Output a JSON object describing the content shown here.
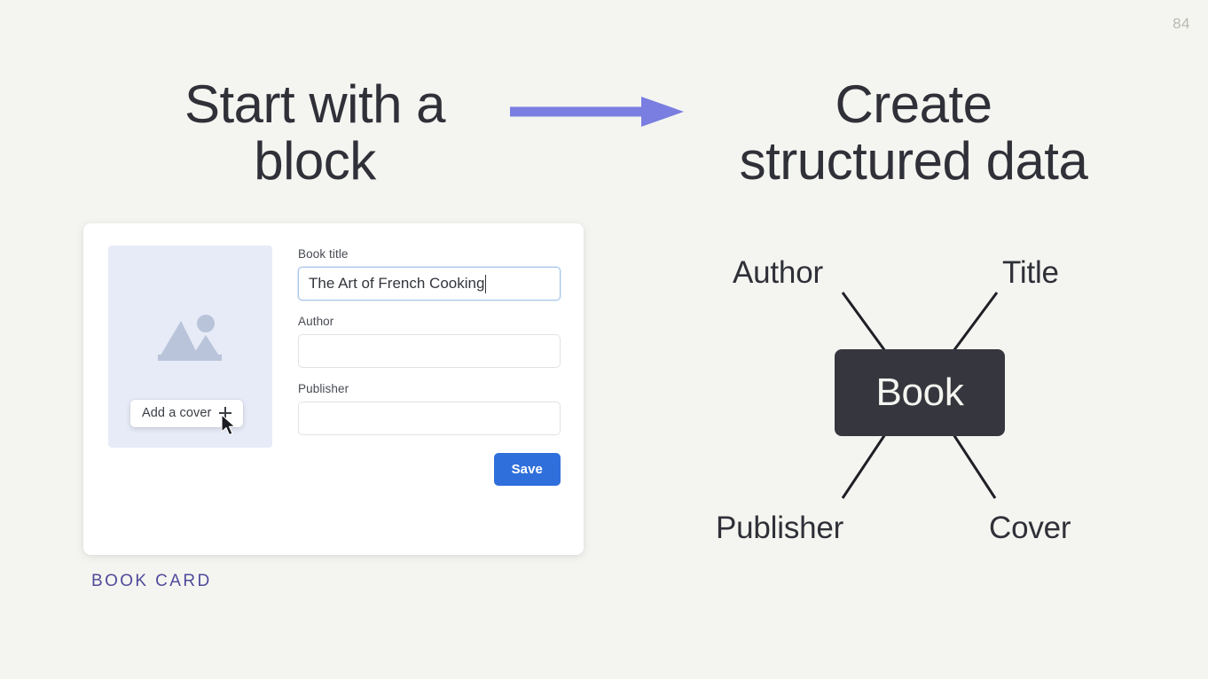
{
  "slide": {
    "page_number": "84",
    "background_color": "#f4f5f0"
  },
  "headings": {
    "left": "Start with a\nblock",
    "right": "Create\nstructured data"
  },
  "arrow": {
    "name": "right-arrow",
    "color": "#7a7ee0"
  },
  "book_card": {
    "caption": "BOOK CARD",
    "caption_color": "#50499b",
    "cover": {
      "placeholder_icon": "image-placeholder-icon",
      "add_cover_label": "Add a cover",
      "add_cover_plus": "plus-icon",
      "background_color": "#e6ebf7"
    },
    "fields": [
      {
        "label": "Book title",
        "value": "The Art of French Cooking",
        "placeholder": "",
        "focused": true
      },
      {
        "label": "Author",
        "value": "",
        "placeholder": "",
        "focused": false
      },
      {
        "label": "Publisher",
        "value": "",
        "placeholder": "",
        "focused": false
      }
    ],
    "save_label": "Save",
    "save_color": "#2f6fdb"
  },
  "diagram": {
    "entity": "Book",
    "entity_color": "#36363e",
    "attributes": [
      {
        "label": "Author",
        "position": "top-left"
      },
      {
        "label": "Title",
        "position": "top-right"
      },
      {
        "label": "Publisher",
        "position": "bottom-left"
      },
      {
        "label": "Cover",
        "position": "bottom-right"
      }
    ]
  }
}
